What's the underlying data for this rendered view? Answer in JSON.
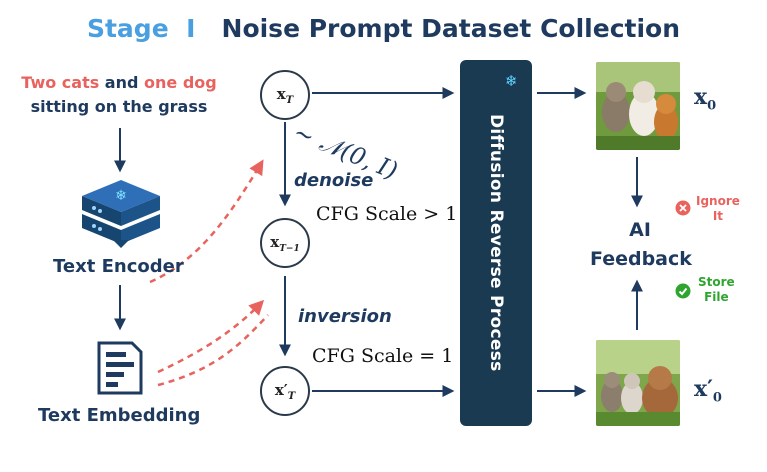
{
  "title": {
    "stage_label": "Stage",
    "stage_numeral": "I",
    "text": "Noise Prompt Dataset Collection"
  },
  "prompt": {
    "part1": "Two cats",
    "part2": " and ",
    "part3": "one dog",
    "line2": "sitting on the grass"
  },
  "text_encoder_label": "Text Encoder",
  "text_embedding_label": "Text Embedding",
  "nodes": {
    "x_T": "x",
    "x_T_sub": "T",
    "x_T1": "x",
    "x_T1_sub": "T−1",
    "x_Tp": "x′",
    "x_Tp_sub": "T"
  },
  "noise_label": "~ 𝒩(0, I)",
  "denoise_label": "denoise",
  "inversion_label": "inversion",
  "cfg_high": "CFG Scale > 1",
  "cfg_low": "CFG Scale = 1",
  "panel_label": "Diffusion Reverse Process",
  "outputs": {
    "x0": "x",
    "x0_sub": "0",
    "x0p": "x′",
    "x0p_sub": "0"
  },
  "feedback": {
    "line1": "AI",
    "line2": "Feedback"
  },
  "ignore": {
    "line1": "Ignore",
    "line2": "It"
  },
  "store": {
    "line1": "Store",
    "line2": "File"
  },
  "colors": {
    "navy": "#1e3a5f",
    "accent_blue": "#4a9fe0",
    "red": "#e8635e",
    "green": "#2fa52f",
    "panel": "#1a3a52"
  }
}
